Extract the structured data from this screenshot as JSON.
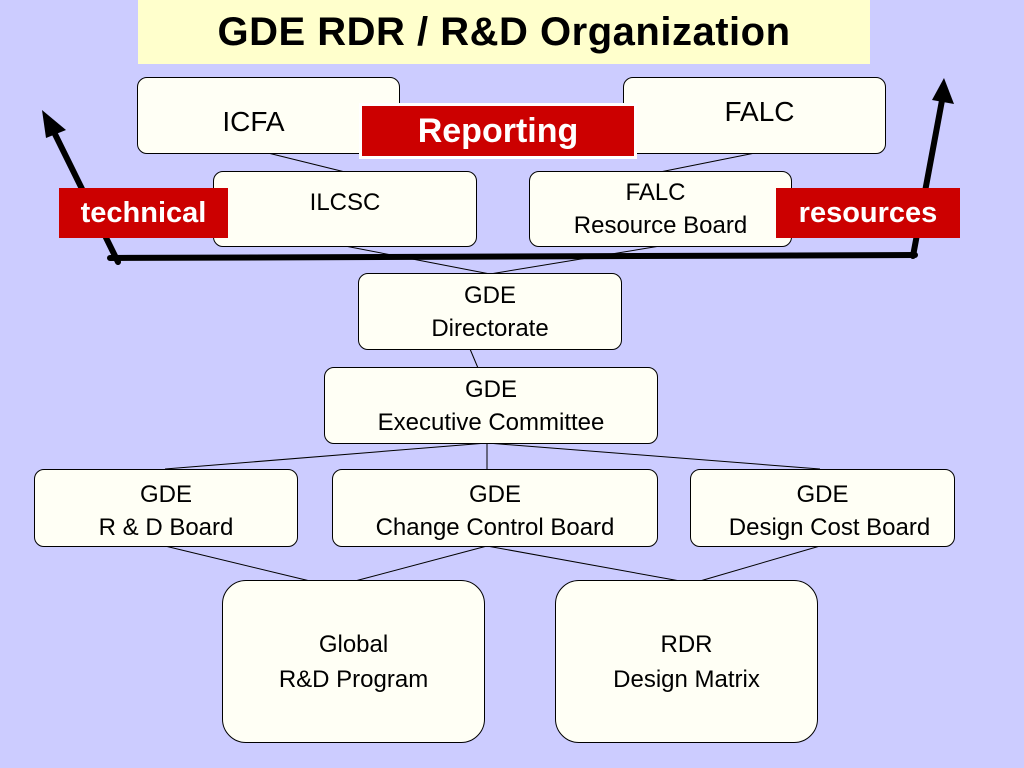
{
  "title": "GDE RDR / R&D Organization",
  "colors": {
    "background": "#ccccff",
    "title_background": "#ffffcc",
    "label_red": "#cc0000",
    "box_fill": "#fffff5"
  },
  "labels": {
    "reporting": "Reporting",
    "technical": "technical",
    "resources": "resources"
  },
  "boxes": {
    "icfa": [
      "ICFA"
    ],
    "falc_top": [
      "FALC"
    ],
    "ilcsc": [
      "ILCSC"
    ],
    "falc_resource_board": [
      "FALC",
      "Resource Board"
    ],
    "gde_directorate": [
      "GDE",
      "Directorate"
    ],
    "gde_executive_committee": [
      "GDE",
      "Executive Committee"
    ],
    "gde_rd_board": [
      "GDE",
      "R & D Board"
    ],
    "gde_change_control_board": [
      "GDE",
      "Change Control Board"
    ],
    "gde_design_cost_board": [
      "GDE",
      "Design Cost Board"
    ],
    "global_rd_program": [
      "Global",
      "R&D Program"
    ],
    "rdr_design_matrix": [
      "RDR",
      "Design Matrix"
    ]
  }
}
